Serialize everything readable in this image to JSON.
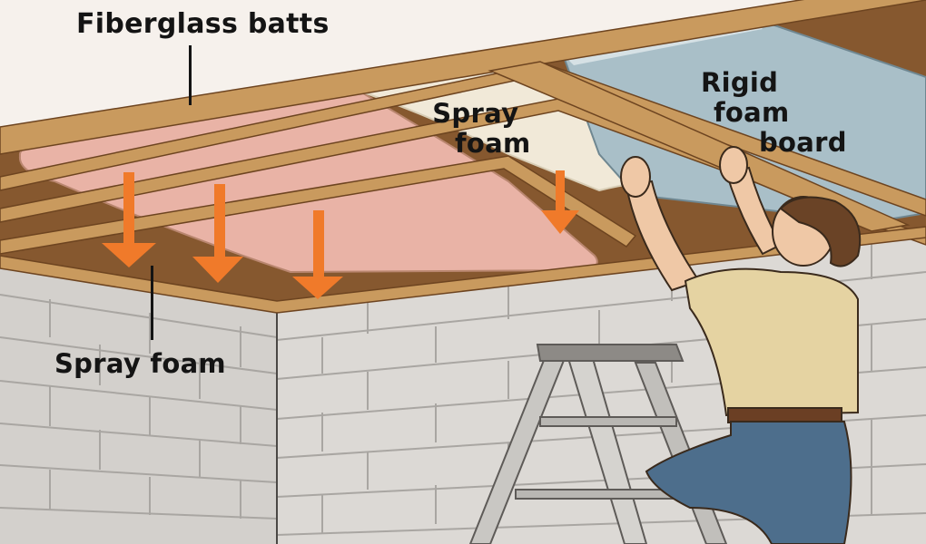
{
  "illustration": {
    "subject": "Basement ceiling insulation between floor joists",
    "labels": {
      "fiberglass_batts": "Fiberglass batts",
      "spray_foam_ceiling": [
        "Spray",
        "foam"
      ],
      "rigid_foam_board": [
        "Rigid",
        "foam",
        "board"
      ],
      "spray_foam_wall": "Spray foam"
    },
    "elements": [
      {
        "name": "pink fiberglass batt between joists",
        "color": "#e9b3a6"
      },
      {
        "name": "spray foam between joists",
        "color": "#f1e9d8"
      },
      {
        "name": "blue rigid foam board panel",
        "color": "#a9bfc8"
      },
      {
        "name": "wooden joists",
        "color": "#c99a5e"
      },
      {
        "name": "joist cavity",
        "color": "#86582f"
      },
      {
        "name": "concrete block wall",
        "color": "#d9d6d2"
      },
      {
        "name": "aluminum step ladder",
        "color": "#c9c7c3"
      },
      {
        "name": "man in tan shirt and jeans installing insulation",
        "shirt": "#e5d3a2",
        "jeans": "#4d6e8c"
      },
      {
        "name": "orange downward arrows",
        "count": 4,
        "color": "#f07a2a"
      }
    ]
  }
}
